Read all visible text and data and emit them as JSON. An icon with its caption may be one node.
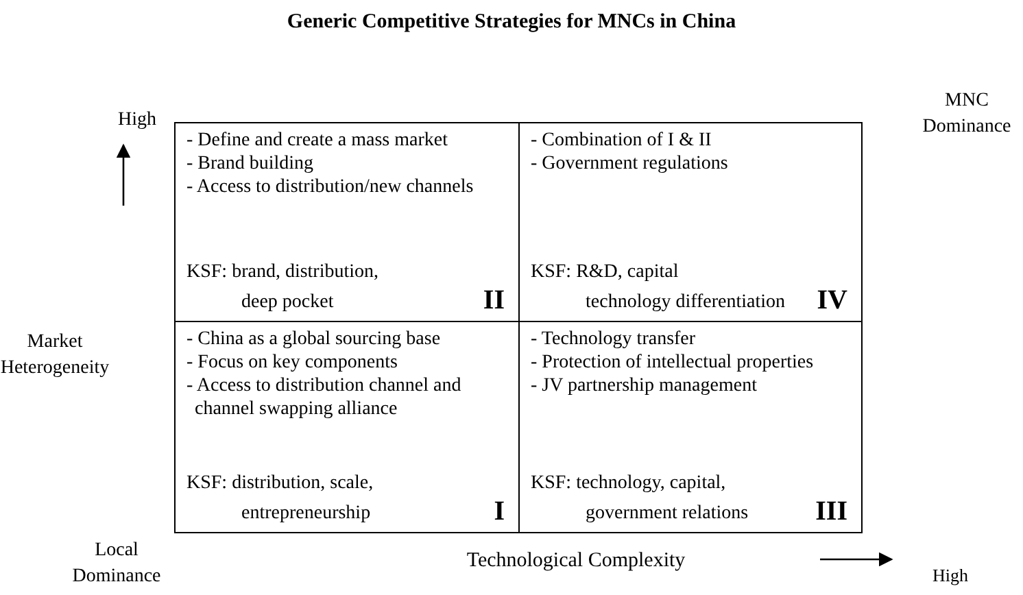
{
  "diagram": {
    "title": "Generic Competitive Strategies for MNCs in China",
    "nodes": [
      {
        "text": [
          "- Define and create a mass market",
          "- Brand building",
          "- Access to distribution/new channels",
          "KSF: brand, distribution, deep pocket",
          "II"
        ]
      },
      {
        "text": [
          "- Combination of I & II",
          "- Government regulations",
          "KSF: R&D, capital technology differentiation",
          "IV"
        ]
      },
      {
        "text": [
          "- China as a global sourcing base",
          "- Focus on key components",
          "- Access to distribution channel and channel swapping alliance",
          "KSF: distribution, scale, entrepreneurship",
          "I"
        ]
      },
      {
        "text": [
          "- Technology transfer",
          "- Protection of intellectual properties",
          "- JV partnership management",
          "KSF: technology, capital, government relations",
          "III"
        ]
      }
    ],
    "labels": [
      "High",
      "MNC Dominance",
      "Market Heterogeneity",
      "Local Dominance",
      "Technological Complexity",
      "High"
    ]
  }
}
